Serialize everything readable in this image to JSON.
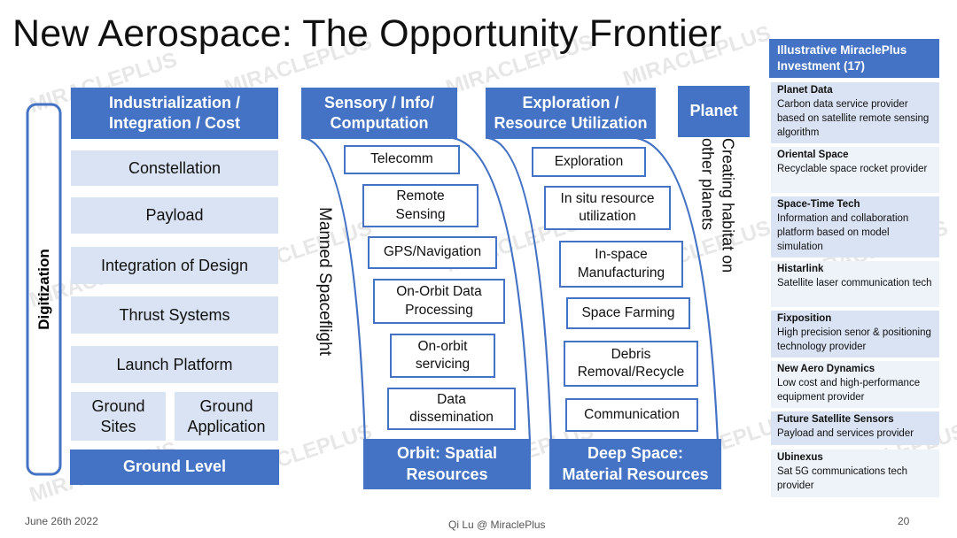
{
  "title": "New Aerospace: The Opportunity Frontier",
  "digitization_label": "Digitization",
  "industrialization": {
    "header": "Industrialization / Integration / Cost",
    "items": [
      "Constellation",
      "Payload",
      "Integration of Design",
      "Thrust Systems",
      "Launch Platform"
    ],
    "ground_sites": "Ground Sites",
    "ground_application": "Ground Application",
    "footer": "Ground Level"
  },
  "manned_spaceflight": "Manned Spaceflight",
  "sensory": {
    "header": "Sensory / Info/ Computation",
    "items": [
      "Telecomm",
      "Remote Sensing",
      "GPS/Navigation",
      "On-Orbit Data Processing",
      "On-orbit servicing",
      "Data dissemination"
    ],
    "footer": "Orbit: Spatial Resources"
  },
  "exploration": {
    "header": "Exploration / Resource Utilization",
    "items": [
      "Exploration",
      "In situ resource utilization",
      "In-space Manufacturing",
      "Space Farming",
      "Debris Removal/Recycle",
      "Communication"
    ],
    "footer": "Deep Space: Material Resources"
  },
  "planet": {
    "header": "Planet",
    "caption": "Creating habitat on other planets"
  },
  "investments": {
    "header": "Illustrative MiraclePlus Investment (17)",
    "items": [
      {
        "name": "Planet Data",
        "desc": "Carbon data service provider based on satellite remote sensing algorithm"
      },
      {
        "name": "Oriental Space",
        "desc": "Recyclable space rocket provider"
      },
      {
        "name": "Space-Time Tech",
        "desc": "Information and collaboration platform based on model simulation"
      },
      {
        "name": "Histarlink",
        "desc": "Satellite laser communication tech"
      },
      {
        "name": "Fixposition",
        "desc": "High precision senor & positioning technology provider"
      },
      {
        "name": "New Aero Dynamics",
        "desc": "Low cost and high-performance equipment provider"
      },
      {
        "name": "Future Satellite Sensors",
        "desc": "Payload and services provider"
      },
      {
        "name": "Ubinexus",
        "desc": "Sat 5G communications tech provider"
      }
    ]
  },
  "footer": {
    "date": "June 26th 2022",
    "author": "Qi Lu @ MiraclePlus",
    "page": "20"
  },
  "watermark": "MIRACLEPLUS",
  "colors": {
    "accent": "#4472c4",
    "light_box": "#dae3f3"
  }
}
